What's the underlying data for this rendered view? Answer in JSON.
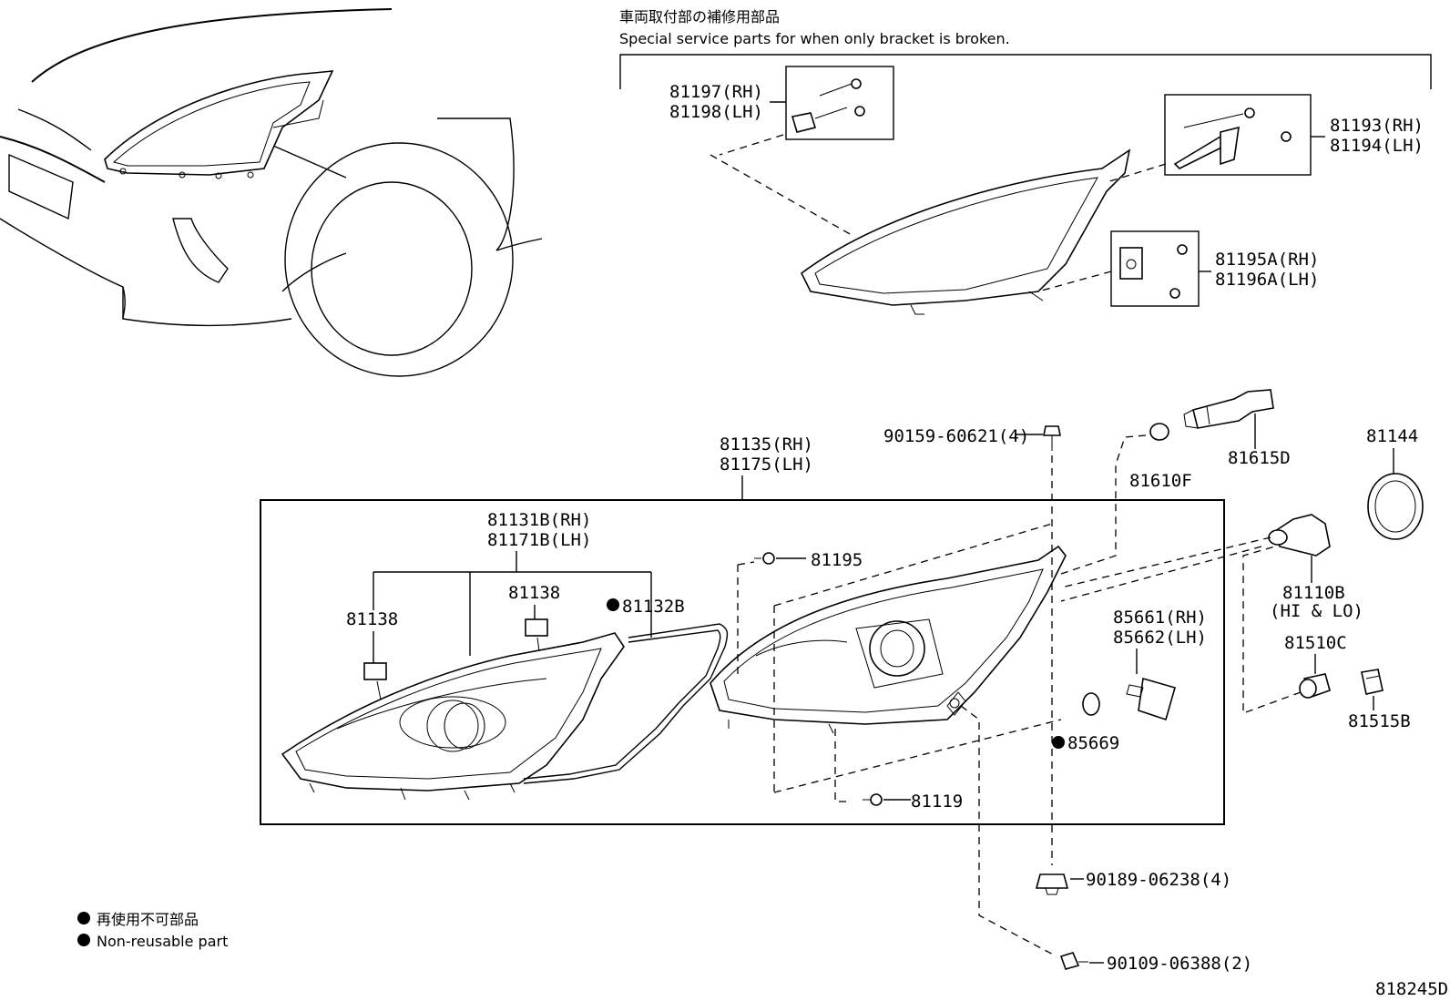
{
  "header": {
    "jp_title": "車両取付部の補修用部品",
    "en_title": "Special service parts for when only bracket is broken."
  },
  "callouts": {
    "p81197": "81197(RH)",
    "p81198": "81198(LH)",
    "p81193": "81193(RH)",
    "p81194": "81194(LH)",
    "p81195A": "81195A(RH)",
    "p81196A": "81196A(LH)",
    "p90159": "90159-60621(4)",
    "p81135": "81135(RH)",
    "p81175": "81175(LH)",
    "p81131B": "81131B(RH)",
    "p81171B": "81171B(LH)",
    "p81138a": "81138",
    "p81138b": "81138",
    "p81132B": "81132B",
    "p81195": "81195",
    "p81610F": "81610F",
    "p81615D": "81615D",
    "p81144": "81144",
    "p81110B": "81110B",
    "p81110B_sub": "(HI & LO)",
    "p85661": "85661(RH)",
    "p85662": "85662(LH)",
    "p81510C": "81510C",
    "p81515B": "81515B",
    "p85669": "85669",
    "p81119": "81119",
    "p90189": "90189-06238(4)",
    "p90109": "90109-06388(2)"
  },
  "legend": {
    "jp": "再使用不可部品",
    "en": "Non-reusable part"
  },
  "footer": {
    "code": "818245D"
  }
}
